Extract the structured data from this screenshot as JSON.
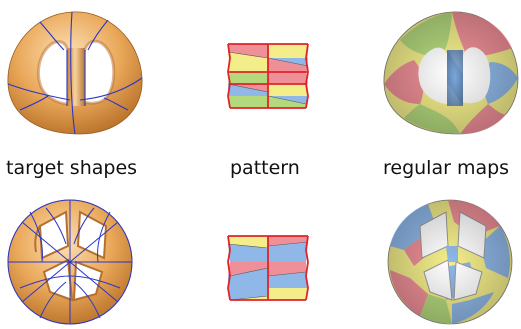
{
  "labels": {
    "target": "target shapes",
    "pattern": "pattern",
    "maps": "regular maps"
  },
  "colors": {
    "tube_orange": "#e9a95c",
    "tube_highlight": "#f8d9a8",
    "seam_blue": "#2a36c8",
    "pattern_edge": "#e0232a",
    "map_red": "#ef8f97",
    "map_yellow": "#f4ee8a",
    "map_green": "#b4d97d",
    "map_blue": "#8fb8e8"
  }
}
